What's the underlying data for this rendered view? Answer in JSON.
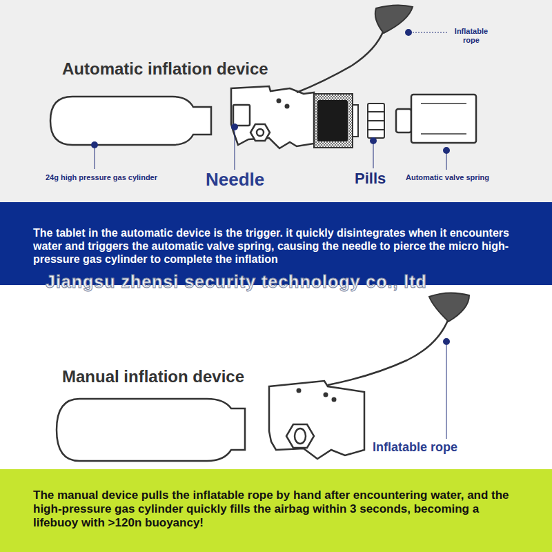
{
  "diagram": {
    "nodes": [
      {
        "text": [
          "The tablet in the automatic device is the trigger. it quickly disintegrates when it encounters water and triggers the automatic valve spring, causing the needle to pierce the micro high-pressure gas cylinder to complete the inflation"
        ]
      },
      {
        "text": [
          "The manual device pulls the inflatable rope by hand after encountering water, and the high-pressure gas cylinder quickly fills the airbag within 3 seconds, becoming a lifebuoy with >120n buoyancy!"
        ]
      }
    ],
    "labels": [
      "Automatic inflation device",
      "Inflatable rope",
      "24g high pressure gas cylinder",
      "Needle",
      "Pills",
      "Automatic valve spring",
      "Jiangsu zhensi security technology co., ltd",
      "Manual inflation device",
      "Inflatable rope"
    ]
  }
}
